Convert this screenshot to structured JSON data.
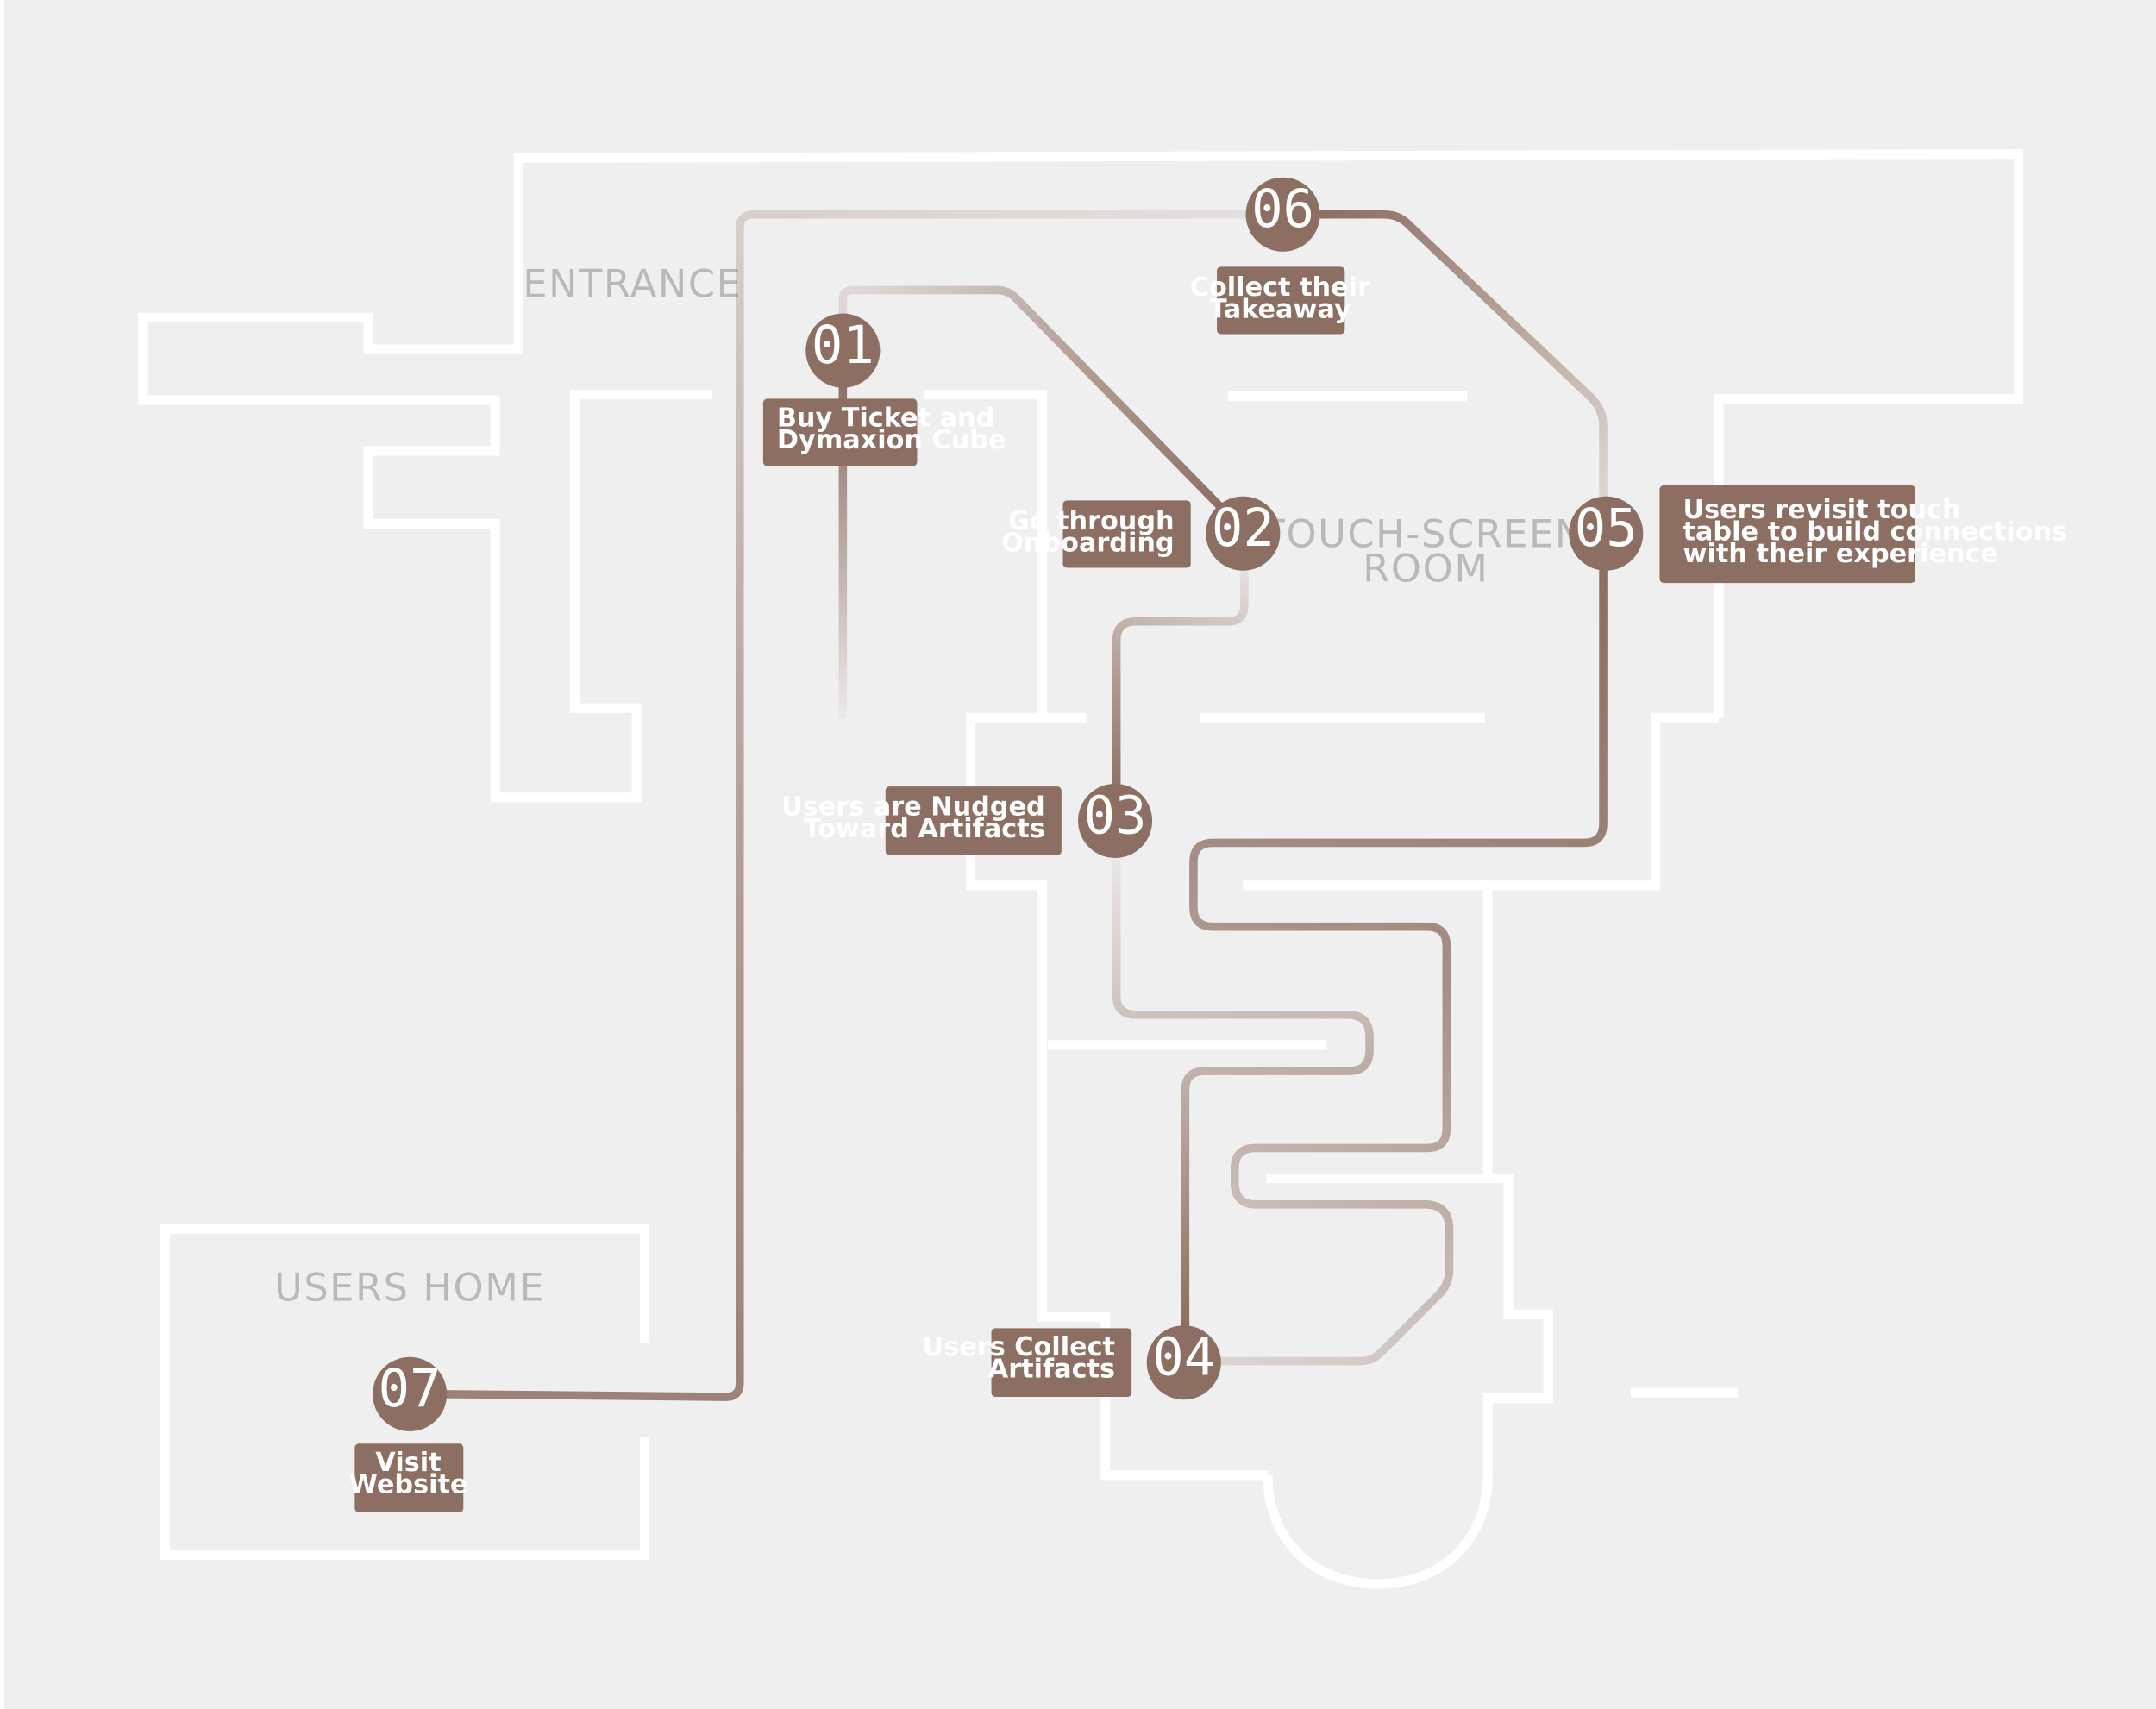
{
  "colors": {
    "background": "#efefef",
    "walls": "#ffffff",
    "accent": "#8d6e62",
    "room_label": "#b9b9b9"
  },
  "rooms": {
    "entrance": "ENTRANCE",
    "touch_screen_line1": "TOUCH-SCREEN",
    "touch_screen_line2": "ROOM",
    "users_home": "USERS HOME"
  },
  "steps": [
    {
      "number": "01",
      "lines": [
        "Buy Ticket and",
        "Dymaxion Cube"
      ]
    },
    {
      "number": "02",
      "lines": [
        "Go through",
        "Onboarding"
      ]
    },
    {
      "number": "03",
      "lines": [
        "Users are Nudged",
        "Toward Artifacts"
      ]
    },
    {
      "number": "04",
      "lines": [
        "Users Collect",
        "Artifacts"
      ]
    },
    {
      "number": "05",
      "lines": [
        "Users revisit touch",
        "table to build connections",
        "with their experience"
      ]
    },
    {
      "number": "06",
      "lines": [
        "Collect their",
        "Takeaway"
      ]
    },
    {
      "number": "07",
      "lines": [
        "Visit",
        "Website"
      ]
    }
  ]
}
